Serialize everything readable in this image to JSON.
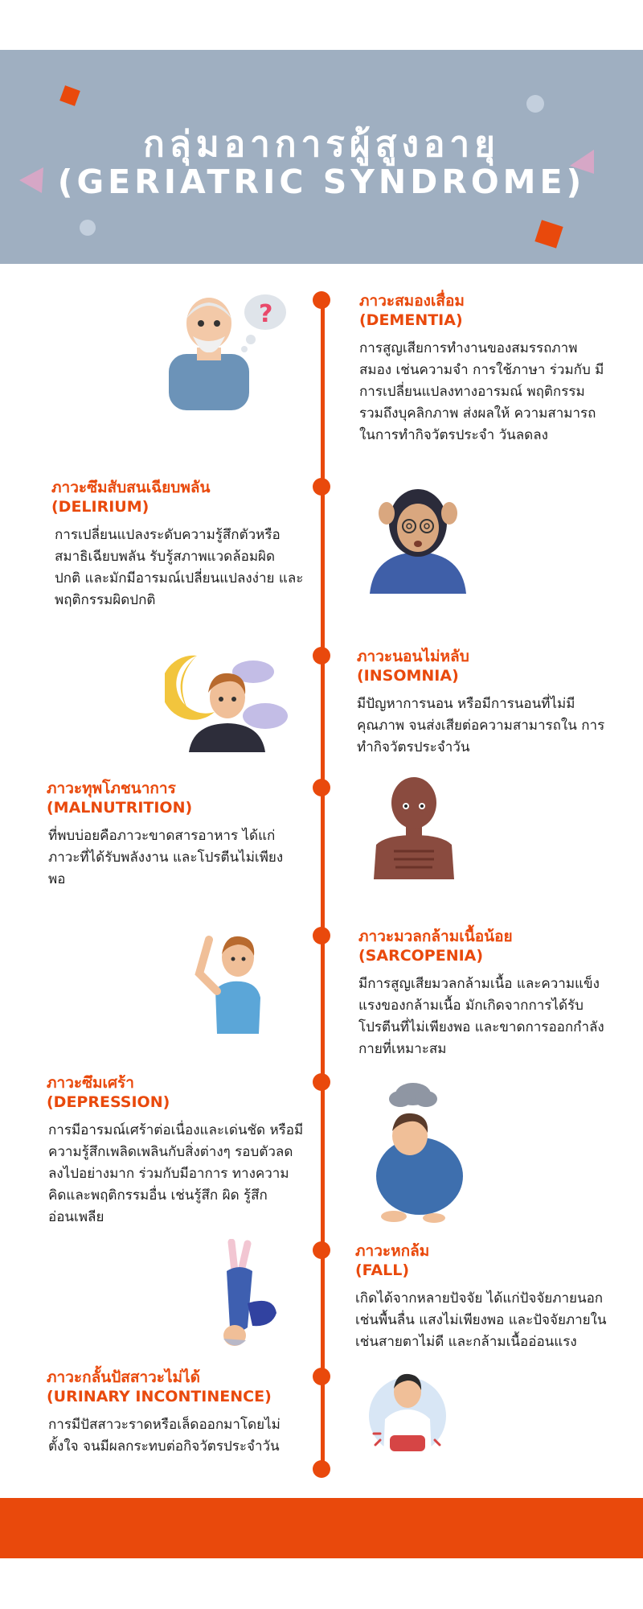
{
  "header": {
    "title_th": "กลุ่มอาการผู้สูงอายุ",
    "title_en": "(GERIATRIC SYNDROME)"
  },
  "colors": {
    "accent": "#e9490c",
    "header_bg": "#9fafc1",
    "text": "#1f1f1f"
  },
  "items": [
    {
      "title": "ภาวะสมองเสื่อม",
      "subtitle": "(DEMENTIA)",
      "description": "การสูญเสียการทำงานของสมรรถภาพ สมอง เช่นความจำ การใช้ภาษา ร่วมกับ มีการเปลี่ยนแปลงทางอารมณ์ พฤติกรรม รวมถึงบุคลิกภาพ ส่งผลให้ ความสามารถในการทำกิจวัตรประจำ วันลดลง",
      "icon": "confused-elderly-man-icon"
    },
    {
      "title": "ภาวะซึมสับสนเฉียบพลัน",
      "subtitle": "(DELIRIUM)",
      "description": "การเปลี่ยนแปลงระดับความรู้สึกตัวหรือ สมาธิเฉียบพลัน รับรู้สภาพแวดล้อมผิด ปกติ และมักมีอารมณ์เปลี่ยนแปลงง่าย และพฤติกรรมผิดปกติ",
      "icon": "dizzy-woman-icon"
    },
    {
      "title": "ภาวะนอนไม่หลับ",
      "subtitle": "(INSOMNIA)",
      "description": "มีปัญหาการนอน หรือมีการนอนที่ไม่มี คุณภาพ จนส่งเสียต่อความสามารถใน การทำกิจวัตรประจำวัน",
      "icon": "sleepless-man-moon-icon"
    },
    {
      "title": "ภาวะทุพโภชนาการ",
      "subtitle": "(MALNUTRITION)",
      "description": "ที่พบบ่อยคือภาวะขาดสารอาหาร ได้แก่ ภาวะที่ได้รับพลังงาน และโปรตีนไม่เพียง พอ",
      "icon": "malnourished-person-icon"
    },
    {
      "title": "ภาวะมวลกล้ามเนื้อน้อย",
      "subtitle": "(SARCOPENIA)",
      "description": "มีการสูญเสียมวลกล้ามเนื้อ และความแข็ง แรงของกล้ามเนื้อ มักเกิดจากการได้รับ โปรตีนที่ไม่เพียงพอ และขาดการออกกำลัง กายที่เหมาะสม",
      "icon": "weak-arm-man-icon"
    },
    {
      "title": "ภาวะซึมเศร้า",
      "subtitle": "(DEPRESSION)",
      "description": "การมีอารมณ์เศร้าต่อเนื่องและเด่นชัด หรือมีความรู้สึกเพลิดเพลินกับสิ่งต่างๆ รอบตัวลดลงไปอย่างมาก ร่วมกับมีอาการ ทางความคิดและพฤติกรรมอื่น เช่นรู้สึก ผิด รู้สึกอ่อนเพลีย",
      "icon": "sad-person-cloud-icon"
    },
    {
      "title": "ภาวะหกล้ม",
      "subtitle": "(FALL)",
      "description": "เกิดได้จากหลายปัจจัย ได้แก่ปัจจัยภายนอก เช่นพื้นลื่น แสงไม่เพียงพอ และปัจจัยภายใน เช่นสายตาไม่ดี และกล้ามเนื้ออ่อนแรง",
      "icon": "falling-person-icon"
    },
    {
      "title": "ภาวะกลั้นปัสสาวะไม่ได้",
      "subtitle": "(URINARY INCONTINENCE)",
      "description": "การมีปัสสาวะราดหรือเล็ดออกมาโดยไม่ ตั้งใจ จนมีผลกระทบต่อกิจวัตรประจำวัน",
      "icon": "urinary-incontinence-man-icon"
    }
  ]
}
